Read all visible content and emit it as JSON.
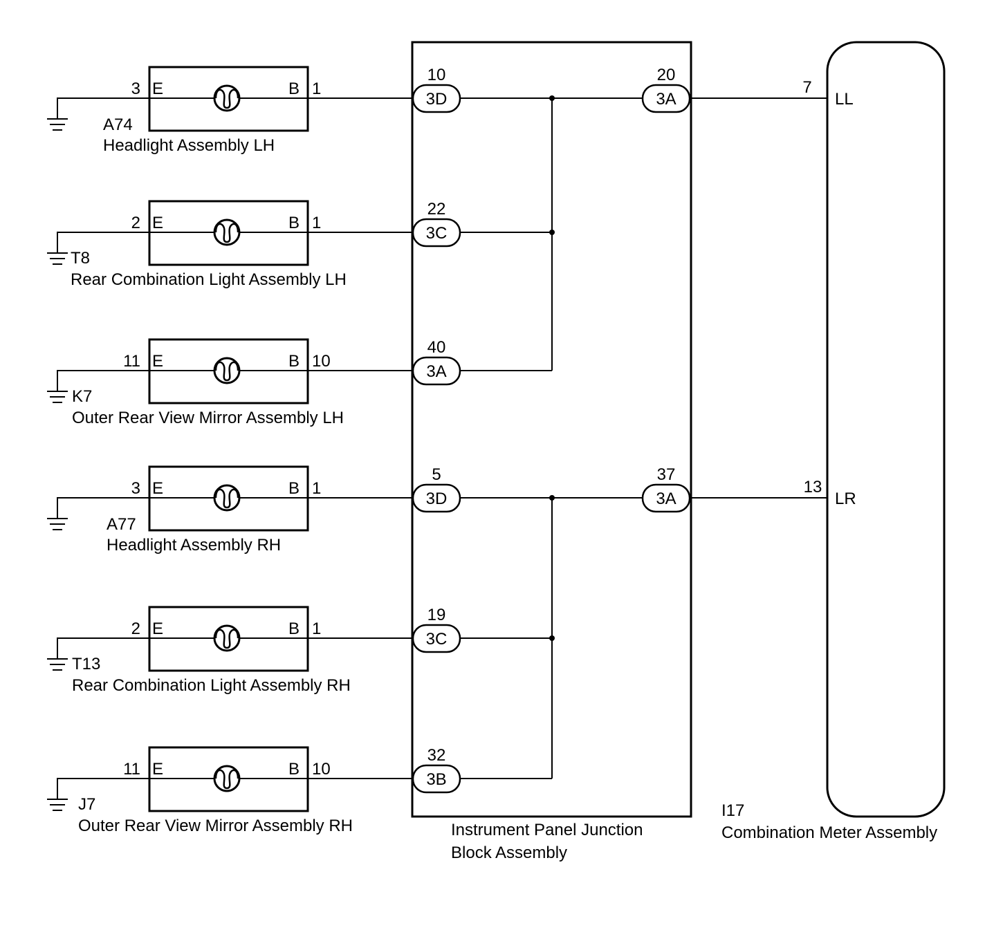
{
  "components": [
    {
      "code": "A74",
      "name": "Headlight Assembly LH",
      "e_pin": "3",
      "b_pin": "1",
      "e_label": "E",
      "b_label": "B",
      "jb_pin": "10",
      "jb_conn": "3D"
    },
    {
      "code": "T8",
      "name": "Rear Combination Light Assembly LH",
      "e_pin": "2",
      "b_pin": "1",
      "e_label": "E",
      "b_label": "B",
      "jb_pin": "22",
      "jb_conn": "3C"
    },
    {
      "code": "K7",
      "name": "Outer Rear View Mirror Assembly LH",
      "e_pin": "11",
      "b_pin": "10",
      "e_label": "E",
      "b_label": "B",
      "jb_pin": "40",
      "jb_conn": "3A"
    },
    {
      "code": "A77",
      "name": "Headlight Assembly RH",
      "e_pin": "3",
      "b_pin": "1",
      "e_label": "E",
      "b_label": "B",
      "jb_pin": "5",
      "jb_conn": "3D"
    },
    {
      "code": "T13",
      "name": "Rear Combination Light Assembly RH",
      "e_pin": "2",
      "b_pin": "1",
      "e_label": "E",
      "b_label": "B",
      "jb_pin": "19",
      "jb_conn": "3C"
    },
    {
      "code": "J7",
      "name": "Outer Rear View Mirror Assembly RH",
      "e_pin": "11",
      "b_pin": "10",
      "e_label": "E",
      "b_label": "B",
      "jb_pin": "32",
      "jb_conn": "3B"
    }
  ],
  "junction_block": {
    "name_line1": "Instrument Panel Junction",
    "name_line2": "Block Assembly",
    "outputs": [
      {
        "pin": "20",
        "conn": "3A"
      },
      {
        "pin": "37",
        "conn": "3A"
      }
    ]
  },
  "meter": {
    "code": "I17",
    "name": "Combination Meter Assembly",
    "terminals": [
      {
        "pin": "7",
        "label": "LL"
      },
      {
        "pin": "13",
        "label": "LR"
      }
    ]
  }
}
